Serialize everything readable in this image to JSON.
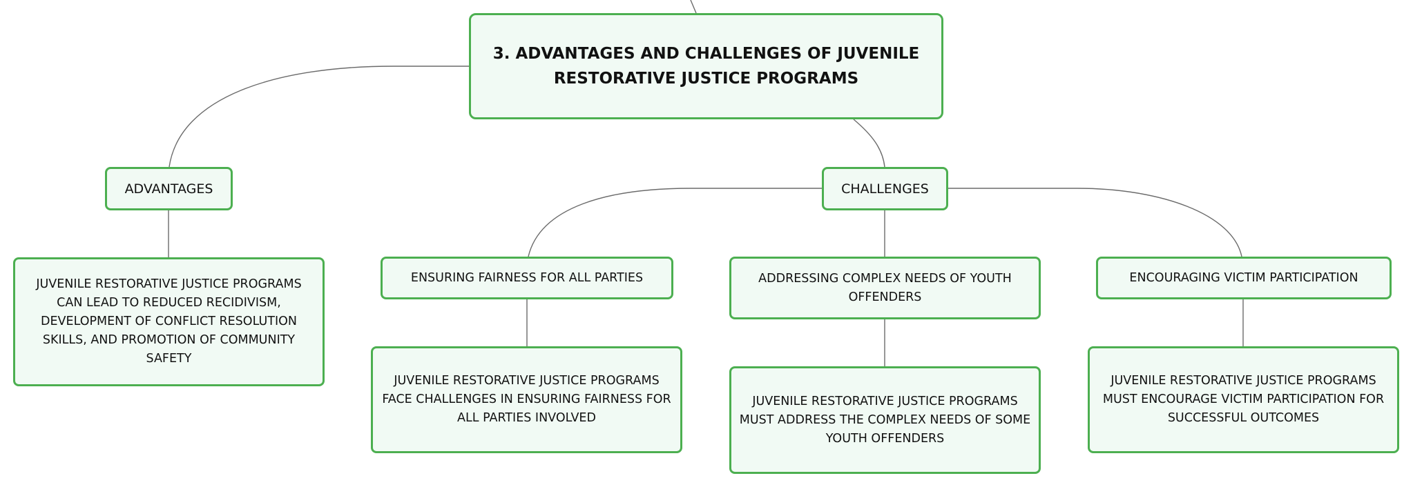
{
  "diagram": {
    "root": {
      "label": "3. ADVANTAGES AND CHALLENGES OF JUVENILE RESTORATIVE JUSTICE PROGRAMS"
    },
    "advantages": {
      "label": "ADVANTAGES",
      "detail": "JUVENILE RESTORATIVE JUSTICE PROGRAMS CAN LEAD TO REDUCED RECIDIVISM, DEVELOPMENT OF CONFLICT RESOLUTION SKILLS, AND PROMOTION OF COMMUNITY SAFETY"
    },
    "challenges": {
      "label": "CHALLENGES",
      "items": [
        {
          "label": "ENSURING FAIRNESS FOR ALL PARTIES",
          "detail": "JUVENILE RESTORATIVE JUSTICE PROGRAMS FACE CHALLENGES IN ENSURING FAIRNESS FOR ALL PARTIES INVOLVED"
        },
        {
          "label": "ADDRESSING COMPLEX NEEDS OF YOUTH OFFENDERS",
          "detail": "JUVENILE RESTORATIVE JUSTICE PROGRAMS MUST ADDRESS THE COMPLEX NEEDS OF SOME YOUTH OFFENDERS"
        },
        {
          "label": "ENCOURAGING VICTIM PARTICIPATION",
          "detail": "JUVENILE RESTORATIVE JUSTICE PROGRAMS MUST ENCOURAGE VICTIM PARTICIPATION FOR SUCCESSFUL OUTCOMES"
        }
      ]
    }
  },
  "colors": {
    "node_border": "#4caf50",
    "node_fill": "#f1faf4",
    "connector": "#6a6a6a"
  }
}
